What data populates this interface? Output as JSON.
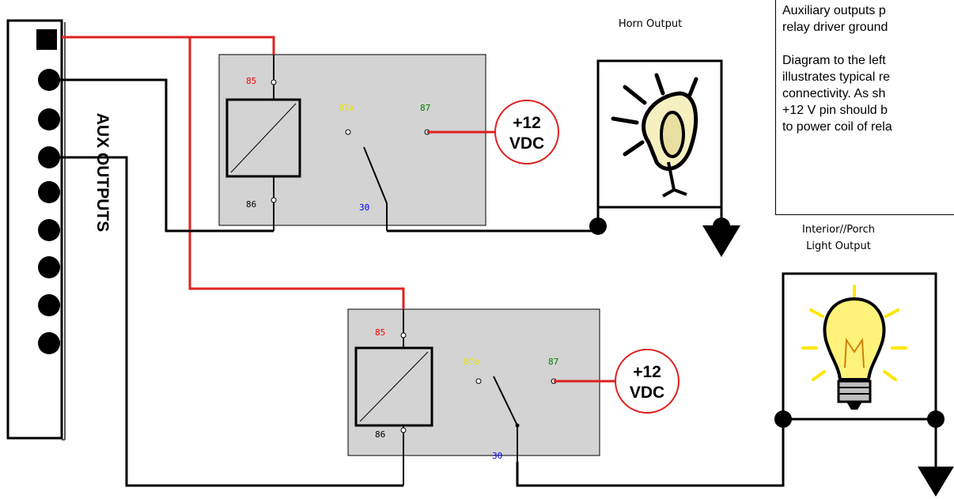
{
  "aux_label": "AUX OUTPUTS",
  "horn_caption": "Horn Output",
  "light_caption_line1": "Interior//Porch",
  "light_caption_line2": "Light Output",
  "relay1": {
    "pin85": "85",
    "pin86": "86",
    "pin87a": "87a",
    "pin87": "87",
    "pin30": "30"
  },
  "relay2": {
    "pin85": "85",
    "pin86": "86",
    "pin87a": "87a",
    "pin87": "87",
    "pin30": "30"
  },
  "supply1": {
    "line1": "+12",
    "line2": "VDC"
  },
  "supply2": {
    "line1": "+12",
    "line2": "VDC"
  },
  "note": {
    "p1_line1": "Auxiliary outputs p",
    "p1_line2": "relay driver ground",
    "p2_line1": "Diagram to the left",
    "p2_line2": "illustrates typical re",
    "p2_line3": "connectivity. As sh",
    "p2_line4": "+12 V pin should b",
    "p2_line5": "to power coil of rela"
  },
  "colors": {
    "wire_red": "#e02020",
    "wire_black": "#000000",
    "relay_fill": "#d3d3d3",
    "pin85": "#ff0000",
    "pin87a": "#e6e600",
    "pin87": "#008000",
    "pin30": "#0000ff",
    "pin86": "#000000",
    "bulb_yellow": "#ffe600"
  }
}
